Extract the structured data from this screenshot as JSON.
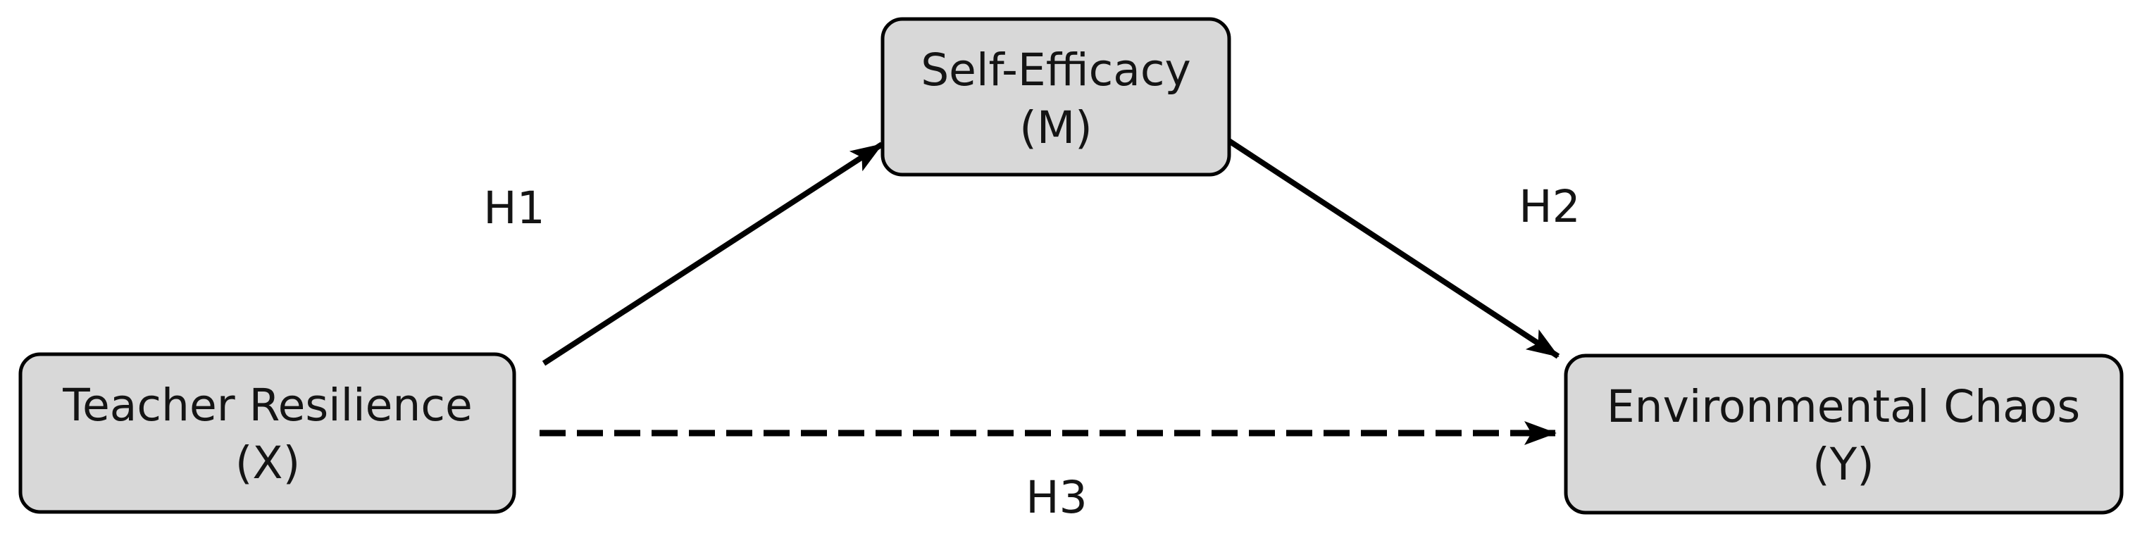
{
  "diagram": {
    "type": "mediation-path-diagram",
    "colors": {
      "background": "#ffffff",
      "node_fill": "#d8d8d8",
      "node_border": "#000000",
      "text": "#141414",
      "arrow": "#000000"
    },
    "nodes": {
      "predictor": {
        "name": "Teacher Resilience",
        "symbol": "(X)",
        "role": "X"
      },
      "mediator": {
        "name": "Self-Efficacy",
        "symbol": "(M)",
        "role": "M"
      },
      "outcome": {
        "name": "Environmental Chaos",
        "symbol": "(Y)",
        "role": "Y"
      }
    },
    "paths": [
      {
        "label": "H1",
        "from": "X",
        "to": "M",
        "style": "solid"
      },
      {
        "label": "H2",
        "from": "M",
        "to": "Y",
        "style": "solid"
      },
      {
        "label": "H3",
        "from": "X",
        "to": "Y",
        "style": "dashed"
      }
    ]
  }
}
